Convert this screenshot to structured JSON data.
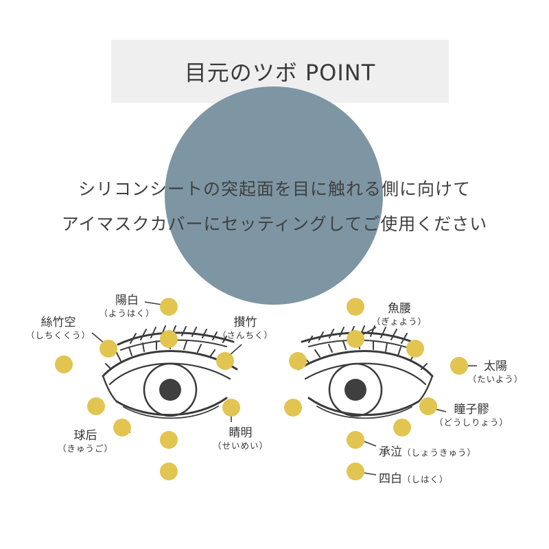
{
  "title": "目元のツボ POINT",
  "instructions": [
    "シリコンシートの突起面を目に触れる側に向けて",
    "アイマスクカバーにセッティングしてご使用ください"
  ],
  "points": {
    "yohaku": {
      "name": "陽白",
      "reading": "（ようはく）"
    },
    "shichikukuu": {
      "name": "絲竹空",
      "reading": "（しちくくう）"
    },
    "sanchiku": {
      "name": "攅竹",
      "reading": "（さんちく）"
    },
    "kyugo": {
      "name": "球后",
      "reading": "（きゅうご）"
    },
    "seimei": {
      "name": "睛明",
      "reading": "（せいめい）"
    },
    "gyoyo": {
      "name": "魚腰",
      "reading": "（ぎょよう）"
    },
    "taiyo": {
      "name": "太陽",
      "reading": "（たいよう）"
    },
    "dojiryo": {
      "name": "瞳子髎",
      "reading": "（どうしりょう）"
    },
    "shokyu": {
      "name": "承泣",
      "reading": "（しょうきゅう）"
    },
    "shihaku": {
      "name": "四白",
      "reading": "（しはく）"
    }
  },
  "colors": {
    "circle": "#7e96a3",
    "dot": "#e2c451",
    "title_bg": "#efefef",
    "line": "#3a3a3a"
  }
}
